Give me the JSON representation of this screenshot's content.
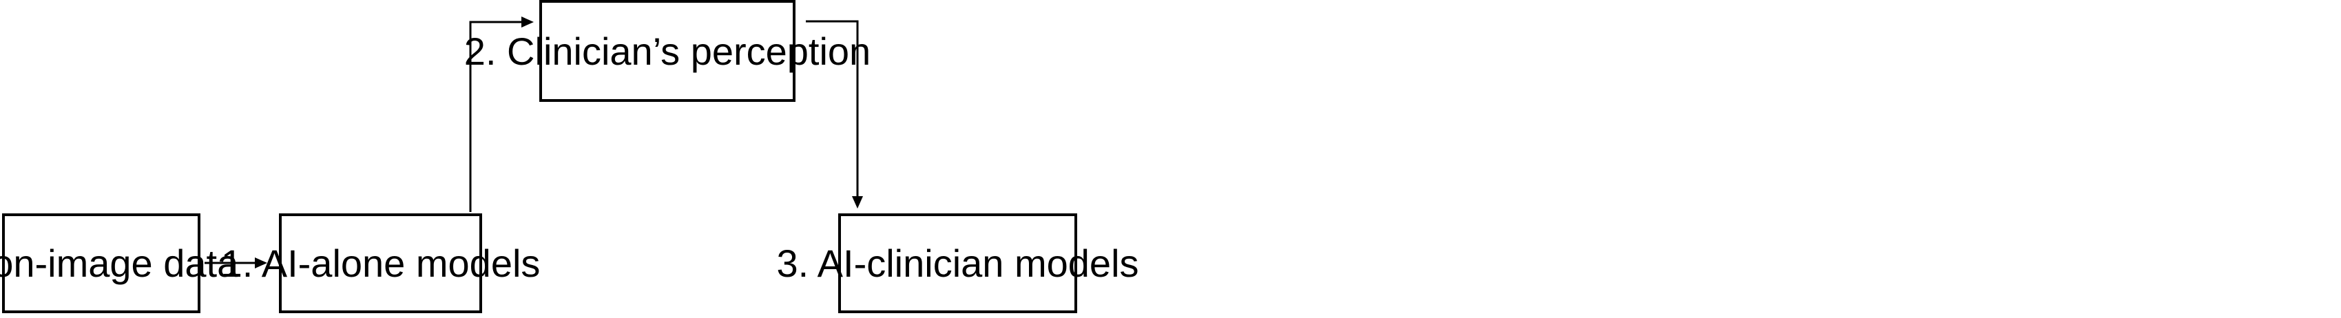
{
  "diagram": {
    "nodes": [
      {
        "id": "non-image-data",
        "label": "Non-image data"
      },
      {
        "id": "ai-alone-models",
        "label": "1. AI-alone models"
      },
      {
        "id": "clinician-perception",
        "label": "2. Clinician’s perception"
      },
      {
        "id": "ai-clinician-models",
        "label": "3.  AI-clinician models"
      }
    ],
    "edges": [
      {
        "from": "non-image-data",
        "to": "ai-alone-models"
      },
      {
        "from": "ai-alone-models",
        "to": "clinician-perception"
      },
      {
        "from": "clinician-perception",
        "to": "ai-clinician-models"
      }
    ],
    "colors": {
      "stroke": "#000000",
      "background": "#ffffff",
      "text": "#000000"
    }
  }
}
